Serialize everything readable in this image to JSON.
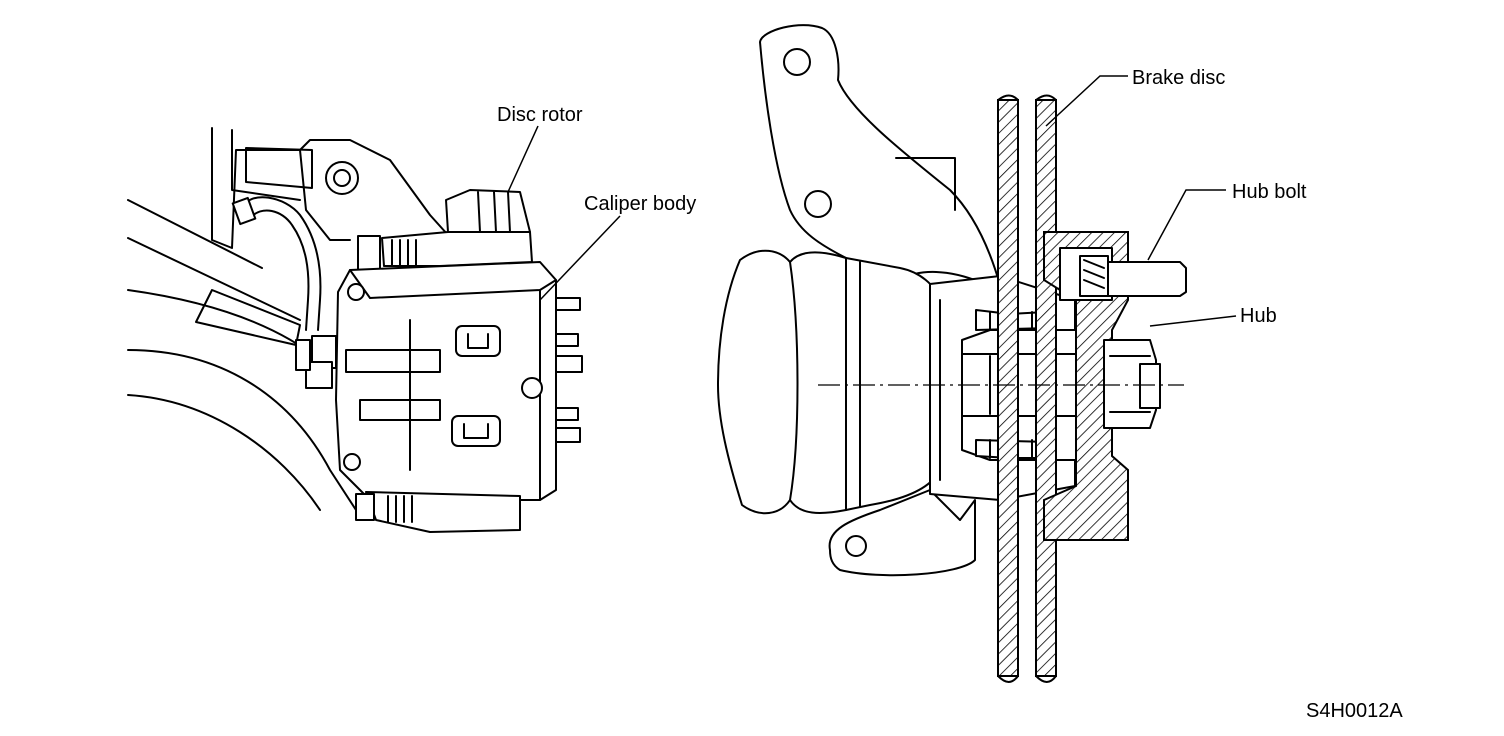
{
  "labels": {
    "disc_rotor": "Disc rotor",
    "caliper_body": "Caliper body",
    "brake_disc": "Brake disc",
    "hub_bolt": "Hub bolt",
    "hub": "Hub"
  },
  "figure_code": "S4H0012A",
  "colors": {
    "line": "#000000",
    "background": "#ffffff"
  }
}
